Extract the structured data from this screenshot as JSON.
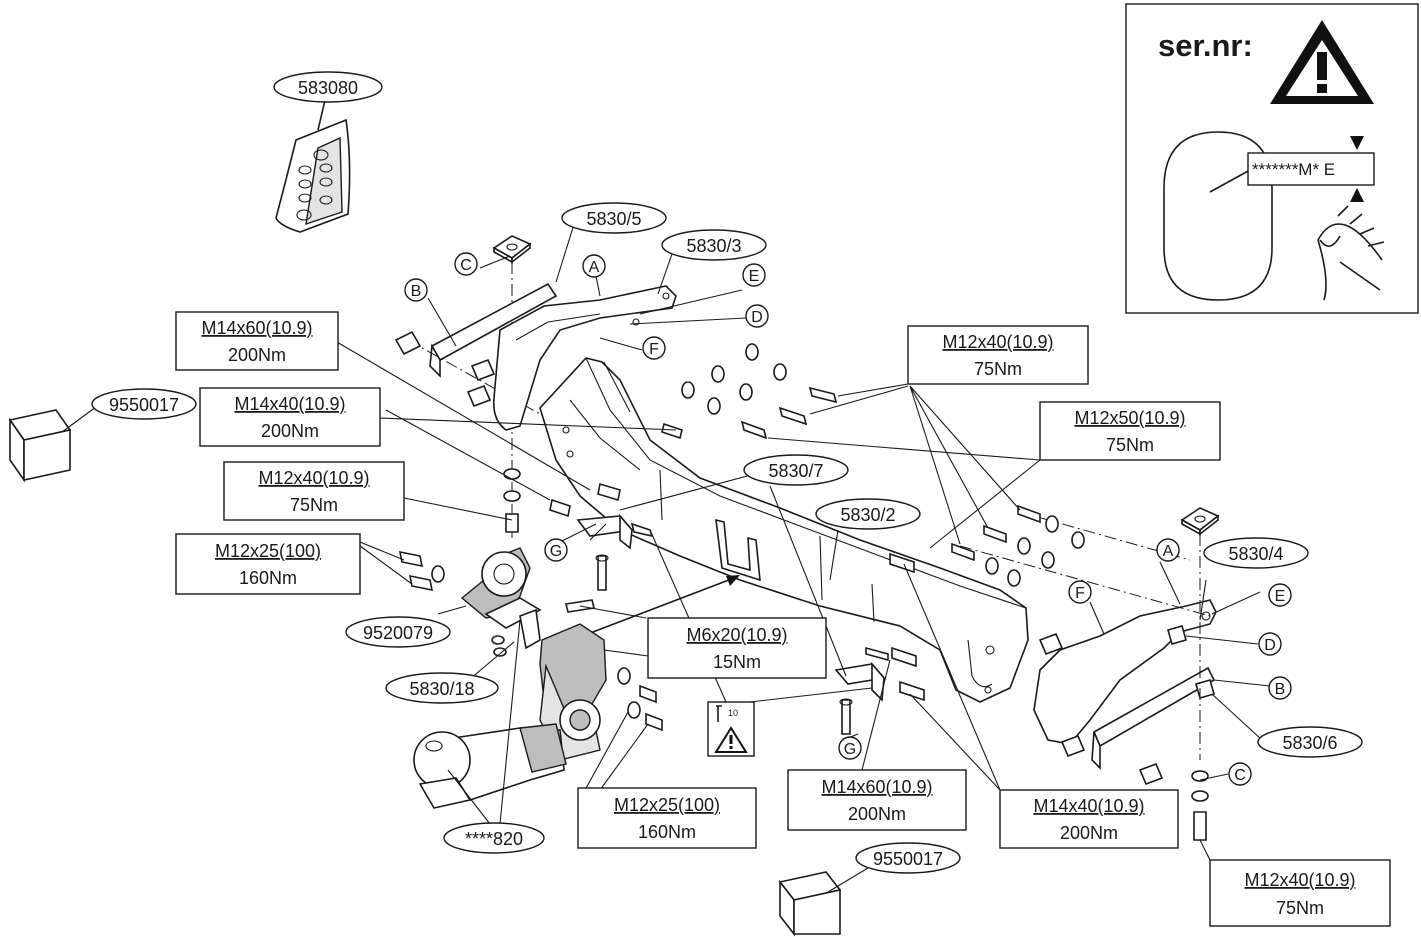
{
  "part_labels": {
    "kit_583080": "583080",
    "bracket_left": "5830/5",
    "bracket_left_top": "5830/3",
    "crossbar": "5830/2",
    "bracket_right": "5830/4",
    "strip_right": "5830/6",
    "plate": "5830/7",
    "socket_holder": "5830/18",
    "socket_9520079": "9520079",
    "ball": "****820",
    "box_top": "9550017",
    "box_bottom": "9550017"
  },
  "letters": {
    "a": "A",
    "b": "B",
    "c": "C",
    "d": "D",
    "e": "E",
    "f": "F",
    "g": "G"
  },
  "specs": {
    "s1": {
      "bolt": "M14x60(10.9)",
      "torque": "200Nm"
    },
    "s2": {
      "bolt": "M14x40(10.9)",
      "torque": "200Nm"
    },
    "s3": {
      "bolt": "M12x40(10.9)",
      "torque": "75Nm"
    },
    "s4": {
      "bolt": "M12x25(100)",
      "torque": "160Nm"
    },
    "s5": {
      "bolt": "M12x40(10.9)",
      "torque": "75Nm"
    },
    "s6": {
      "bolt": "M12x50(10.9)",
      "torque": "75Nm"
    },
    "s7": {
      "bolt": "M6x20(10.9)",
      "torque": "15Nm"
    },
    "s8": {
      "bolt": "M12x25(100)",
      "torque": "160Nm"
    },
    "s9": {
      "bolt": "M14x60(10.9)",
      "torque": "200Nm"
    },
    "s10": {
      "bolt": "M14x40(10.9)",
      "torque": "200Nm"
    },
    "s11": {
      "bolt": "M12x40(10.9)",
      "torque": "75Nm"
    }
  },
  "serial_panel": {
    "title": "ser.nr:",
    "code": "*******M* E"
  },
  "warning_label": {
    "small": "10"
  }
}
